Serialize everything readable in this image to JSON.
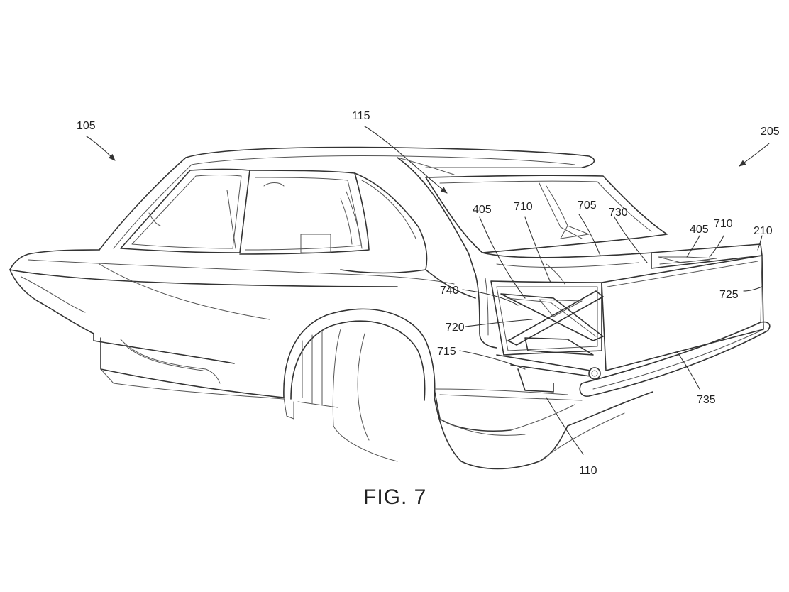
{
  "figure": {
    "caption": "FIG. 7",
    "labels": {
      "l105": "105",
      "l115": "115",
      "l205": "205",
      "l405a": "405",
      "l710a": "710",
      "l705": "705",
      "l730": "730",
      "l405b": "405",
      "l710b": "710",
      "l210": "210",
      "l740": "740",
      "l725": "725",
      "l720": "720",
      "l715": "715",
      "l735": "735",
      "l110": "110"
    }
  }
}
